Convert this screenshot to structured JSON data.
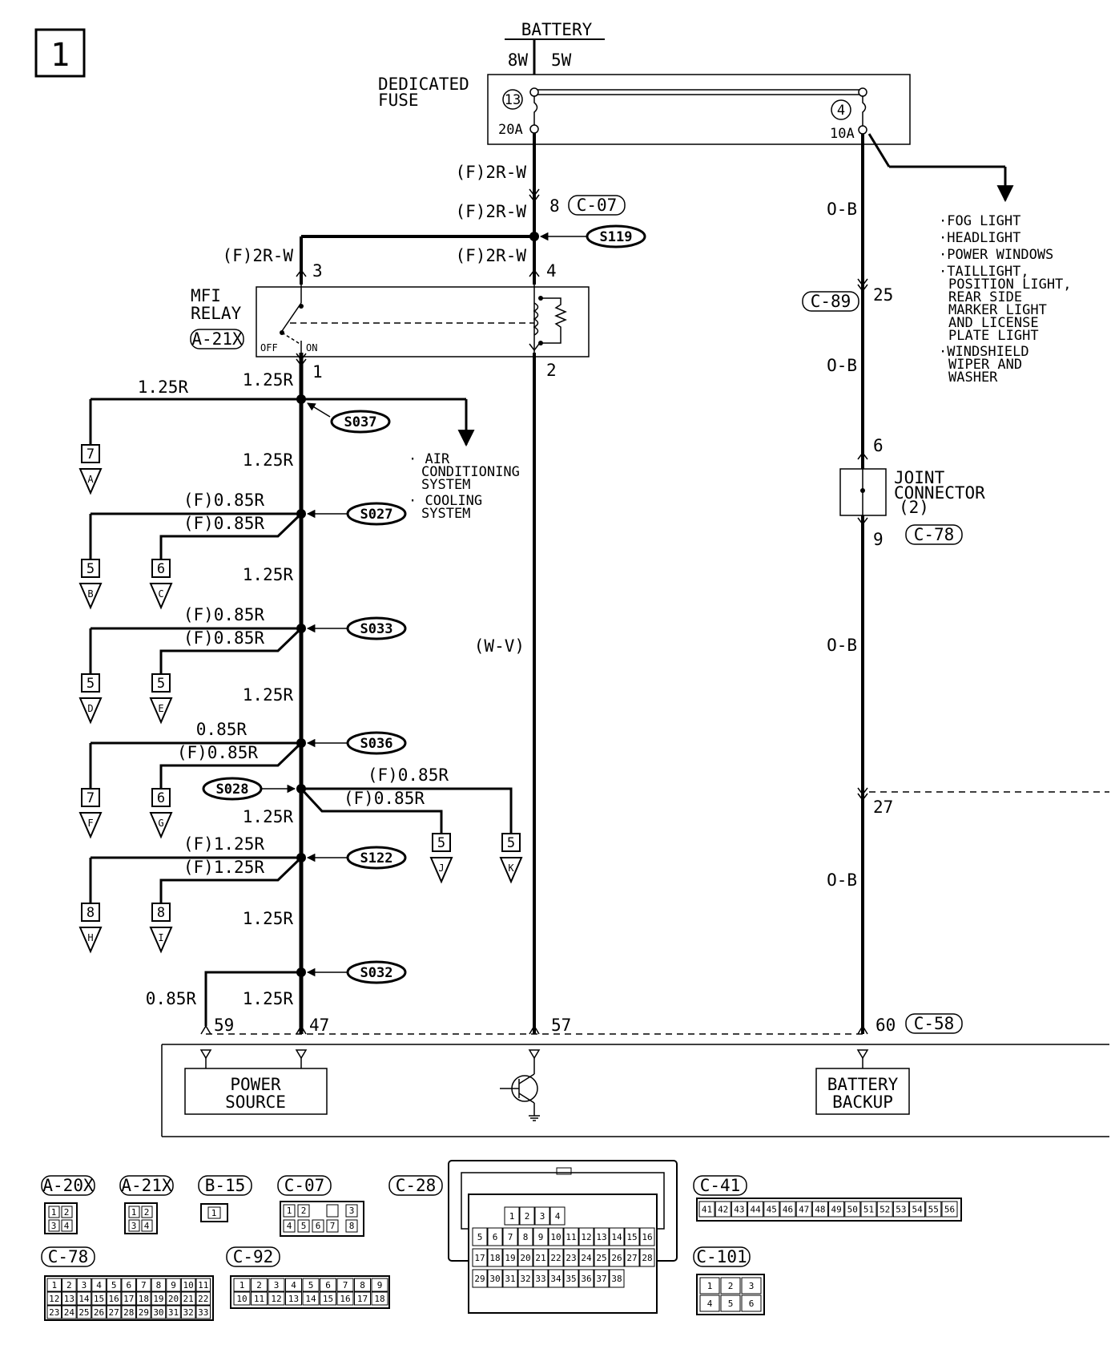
{
  "page_number": "1",
  "battery": {
    "label": "BATTERY",
    "wire_left": "8W",
    "wire_right": "5W"
  },
  "fuse": {
    "label_line1": "DEDICATED",
    "label_line2": "FUSE",
    "fuse_a_no": "13",
    "fuse_a_rating": "20A",
    "fuse_b_no": "4",
    "fuse_b_rating": "10A"
  },
  "wires": {
    "w2rw": "(F)2R-W",
    "wob": "O-B",
    "w125r": "1.25R",
    "wf085r": "(F)0.85R",
    "w085r": "0.85R",
    "wf125r": "(F)1.25R",
    "wwv": "(W-V)"
  },
  "connectors": {
    "c07": "C-07",
    "c89": "C-89",
    "c78": "C-78",
    "c58": "C-58",
    "a21x": "A-21X"
  },
  "pins": {
    "p8": "8",
    "p3": "3",
    "p4": "4",
    "p1": "1",
    "p2": "2",
    "p25": "25",
    "p6": "6",
    "p9": "9",
    "p27": "27",
    "p59": "59",
    "p47": "47",
    "p57": "57",
    "p60": "60"
  },
  "splices": {
    "s119": "S119",
    "s037": "S037",
    "s027": "S027",
    "s033": "S033",
    "s036": "S036",
    "s028": "S028",
    "s122": "S122",
    "s032": "S032"
  },
  "relay": {
    "label_line1": "MFI",
    "label_line2": "RELAY",
    "off": "OFF",
    "on": "ON"
  },
  "fuse_destinations": {
    "items": [
      "·FOG LIGHT",
      "·HEADLIGHT",
      "·POWER WINDOWS",
      "·TAILLIGHT,",
      "POSITION LIGHT,",
      "REAR SIDE",
      "MARKER LIGHT",
      "AND LICENSE",
      "PLATE LIGHT",
      "·WINDSHIELD",
      "WIPER AND",
      "WASHER"
    ]
  },
  "relay_destinations": {
    "items": [
      "· AIR",
      "CONDITIONING",
      "SYSTEM",
      "· COOLING",
      "SYSTEM"
    ]
  },
  "joint_connector": {
    "line1": "JOINT",
    "line2": "CONNECTOR",
    "line3": "(2)"
  },
  "branches": {
    "a": {
      "pin": "7",
      "letter": "A"
    },
    "b": {
      "pin": "5",
      "letter": "B"
    },
    "c": {
      "pin": "6",
      "letter": "C"
    },
    "d": {
      "pin": "5",
      "letter": "D"
    },
    "e": {
      "pin": "5",
      "letter": "E"
    },
    "f": {
      "pin": "7",
      "letter": "F"
    },
    "g": {
      "pin": "6",
      "letter": "G"
    },
    "h": {
      "pin": "8",
      "letter": "H"
    },
    "i": {
      "pin": "8",
      "letter": "I"
    },
    "j": {
      "pin": "5",
      "letter": "J"
    },
    "k": {
      "pin": "5",
      "letter": "K"
    }
  },
  "ecu": {
    "power_line1": "POWER",
    "power_line2": "SOURCE",
    "backup_line1": "BATTERY",
    "backup_line2": "BACKUP"
  },
  "legend": {
    "a20x": {
      "label": "A-20X",
      "pins": [
        "1",
        "2",
        "3",
        "4"
      ]
    },
    "a21x": {
      "label": "A-21X",
      "pins": [
        "1",
        "2",
        "3",
        "4"
      ]
    },
    "b15": {
      "label": "B-15",
      "pins": [
        "1"
      ]
    },
    "c07": {
      "label": "C-07",
      "pins": [
        "1",
        "2",
        "3",
        "4",
        "5",
        "6",
        "7",
        "8"
      ]
    },
    "c28": {
      "label": "C-28",
      "pins": [
        "1",
        "2",
        "3",
        "4",
        "5",
        "6",
        "7",
        "8",
        "9",
        "10",
        "11",
        "12",
        "13",
        "14",
        "15",
        "16",
        "17",
        "18",
        "19",
        "20",
        "21",
        "22",
        "23",
        "24",
        "25",
        "26",
        "27",
        "28",
        "29",
        "30",
        "31",
        "32",
        "33",
        "34",
        "35",
        "36",
        "37",
        "38"
      ]
    },
    "c41": {
      "label": "C-41",
      "pins": [
        "41",
        "42",
        "43",
        "44",
        "45",
        "46",
        "47",
        "48",
        "49",
        "50",
        "51",
        "52",
        "53",
        "54",
        "55",
        "56"
      ]
    },
    "c78": {
      "label": "C-78",
      "pins": [
        "1",
        "2",
        "3",
        "4",
        "5",
        "6",
        "7",
        "8",
        "9",
        "10",
        "11",
        "12",
        "13",
        "14",
        "15",
        "16",
        "17",
        "18",
        "19",
        "20",
        "21",
        "22",
        "23",
        "24",
        "25",
        "26",
        "27",
        "28",
        "29",
        "30",
        "31",
        "32",
        "33"
      ]
    },
    "c92": {
      "label": "C-92",
      "pins": [
        "1",
        "2",
        "3",
        "4",
        "5",
        "6",
        "7",
        "8",
        "9",
        "10",
        "11",
        "12",
        "13",
        "14",
        "15",
        "16",
        "17",
        "18"
      ]
    },
    "c101": {
      "label": "C-101",
      "pins": [
        "1",
        "2",
        "3",
        "4",
        "5",
        "6"
      ]
    }
  }
}
